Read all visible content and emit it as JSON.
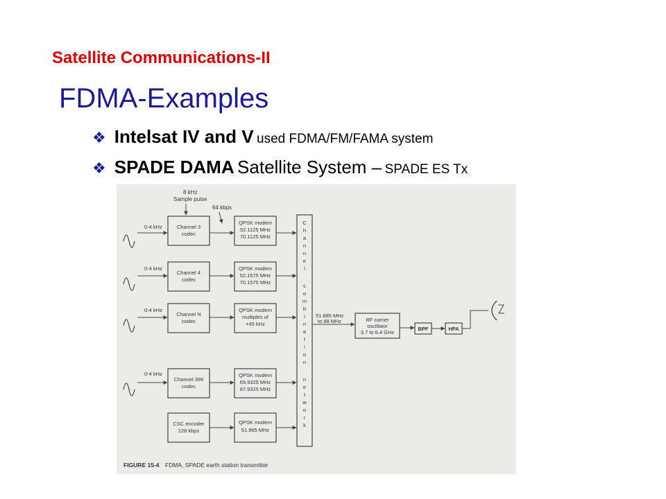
{
  "header": "Satellite Communications-II",
  "title": "FDMA-Examples",
  "bullets": [
    {
      "bold": "Intelsat IV and V",
      "normal": "",
      "small": "used FDMA/FM/FAMA system"
    },
    {
      "bold": "SPADE DAMA",
      "normal": "Satellite System –",
      "small": "SPADE ES Tx"
    }
  ],
  "figure": {
    "sample_pulse_l1": "8 kHz",
    "sample_pulse_l2": "Sample pulse",
    "bitrate": "64 kbps",
    "input_band": "0-4 kHz",
    "codecs": [
      {
        "l1": "Channel 3",
        "l2": "codec"
      },
      {
        "l1": "Channel 4",
        "l2": "codec"
      },
      {
        "l1": "Channel N",
        "l2": "codec"
      },
      {
        "l1": "Channel 399",
        "l2": "codec"
      },
      {
        "l1": "CSC encoder",
        "l2": "128 kbps"
      }
    ],
    "modems": [
      {
        "l1": "QPSK modem",
        "l2": "52.1125 MHz",
        "l3": "70.1125 MHz"
      },
      {
        "l1": "QPSK modem",
        "l2": "52.1575 MHz",
        "l3": "70.1575 MHz"
      },
      {
        "l1": "QPSK modem",
        "l2": "multiples of",
        "l3": "+45 kHz"
      },
      {
        "l1": "QPSK modem",
        "l2": "69.9325 MHz",
        "l3": "87.9325 MHz"
      },
      {
        "l1": "QPSK modem",
        "l2": "51.965 MHz",
        "l3": ""
      }
    ],
    "network_letters": [
      "C",
      "h",
      "a",
      "n",
      "n",
      "e",
      "l",
      "c",
      "o",
      "m",
      "b",
      "i",
      "n",
      "a",
      "t",
      "i",
      "o",
      "n",
      "n",
      "e",
      "t",
      "w",
      "o",
      "r",
      "k"
    ],
    "freq_l1": "51.885 MHz",
    "freq_l2": "to 88 MHz",
    "rf_l1": "RF carrier",
    "rf_l2": "oscillator",
    "rf_l3": "3.7 to 6.4 GHz",
    "bpf": "BPF",
    "hpa": "HPA",
    "caption_num": "FIGURE 15-4",
    "caption_text": "FDMA, SPADE earth station transmitter"
  }
}
